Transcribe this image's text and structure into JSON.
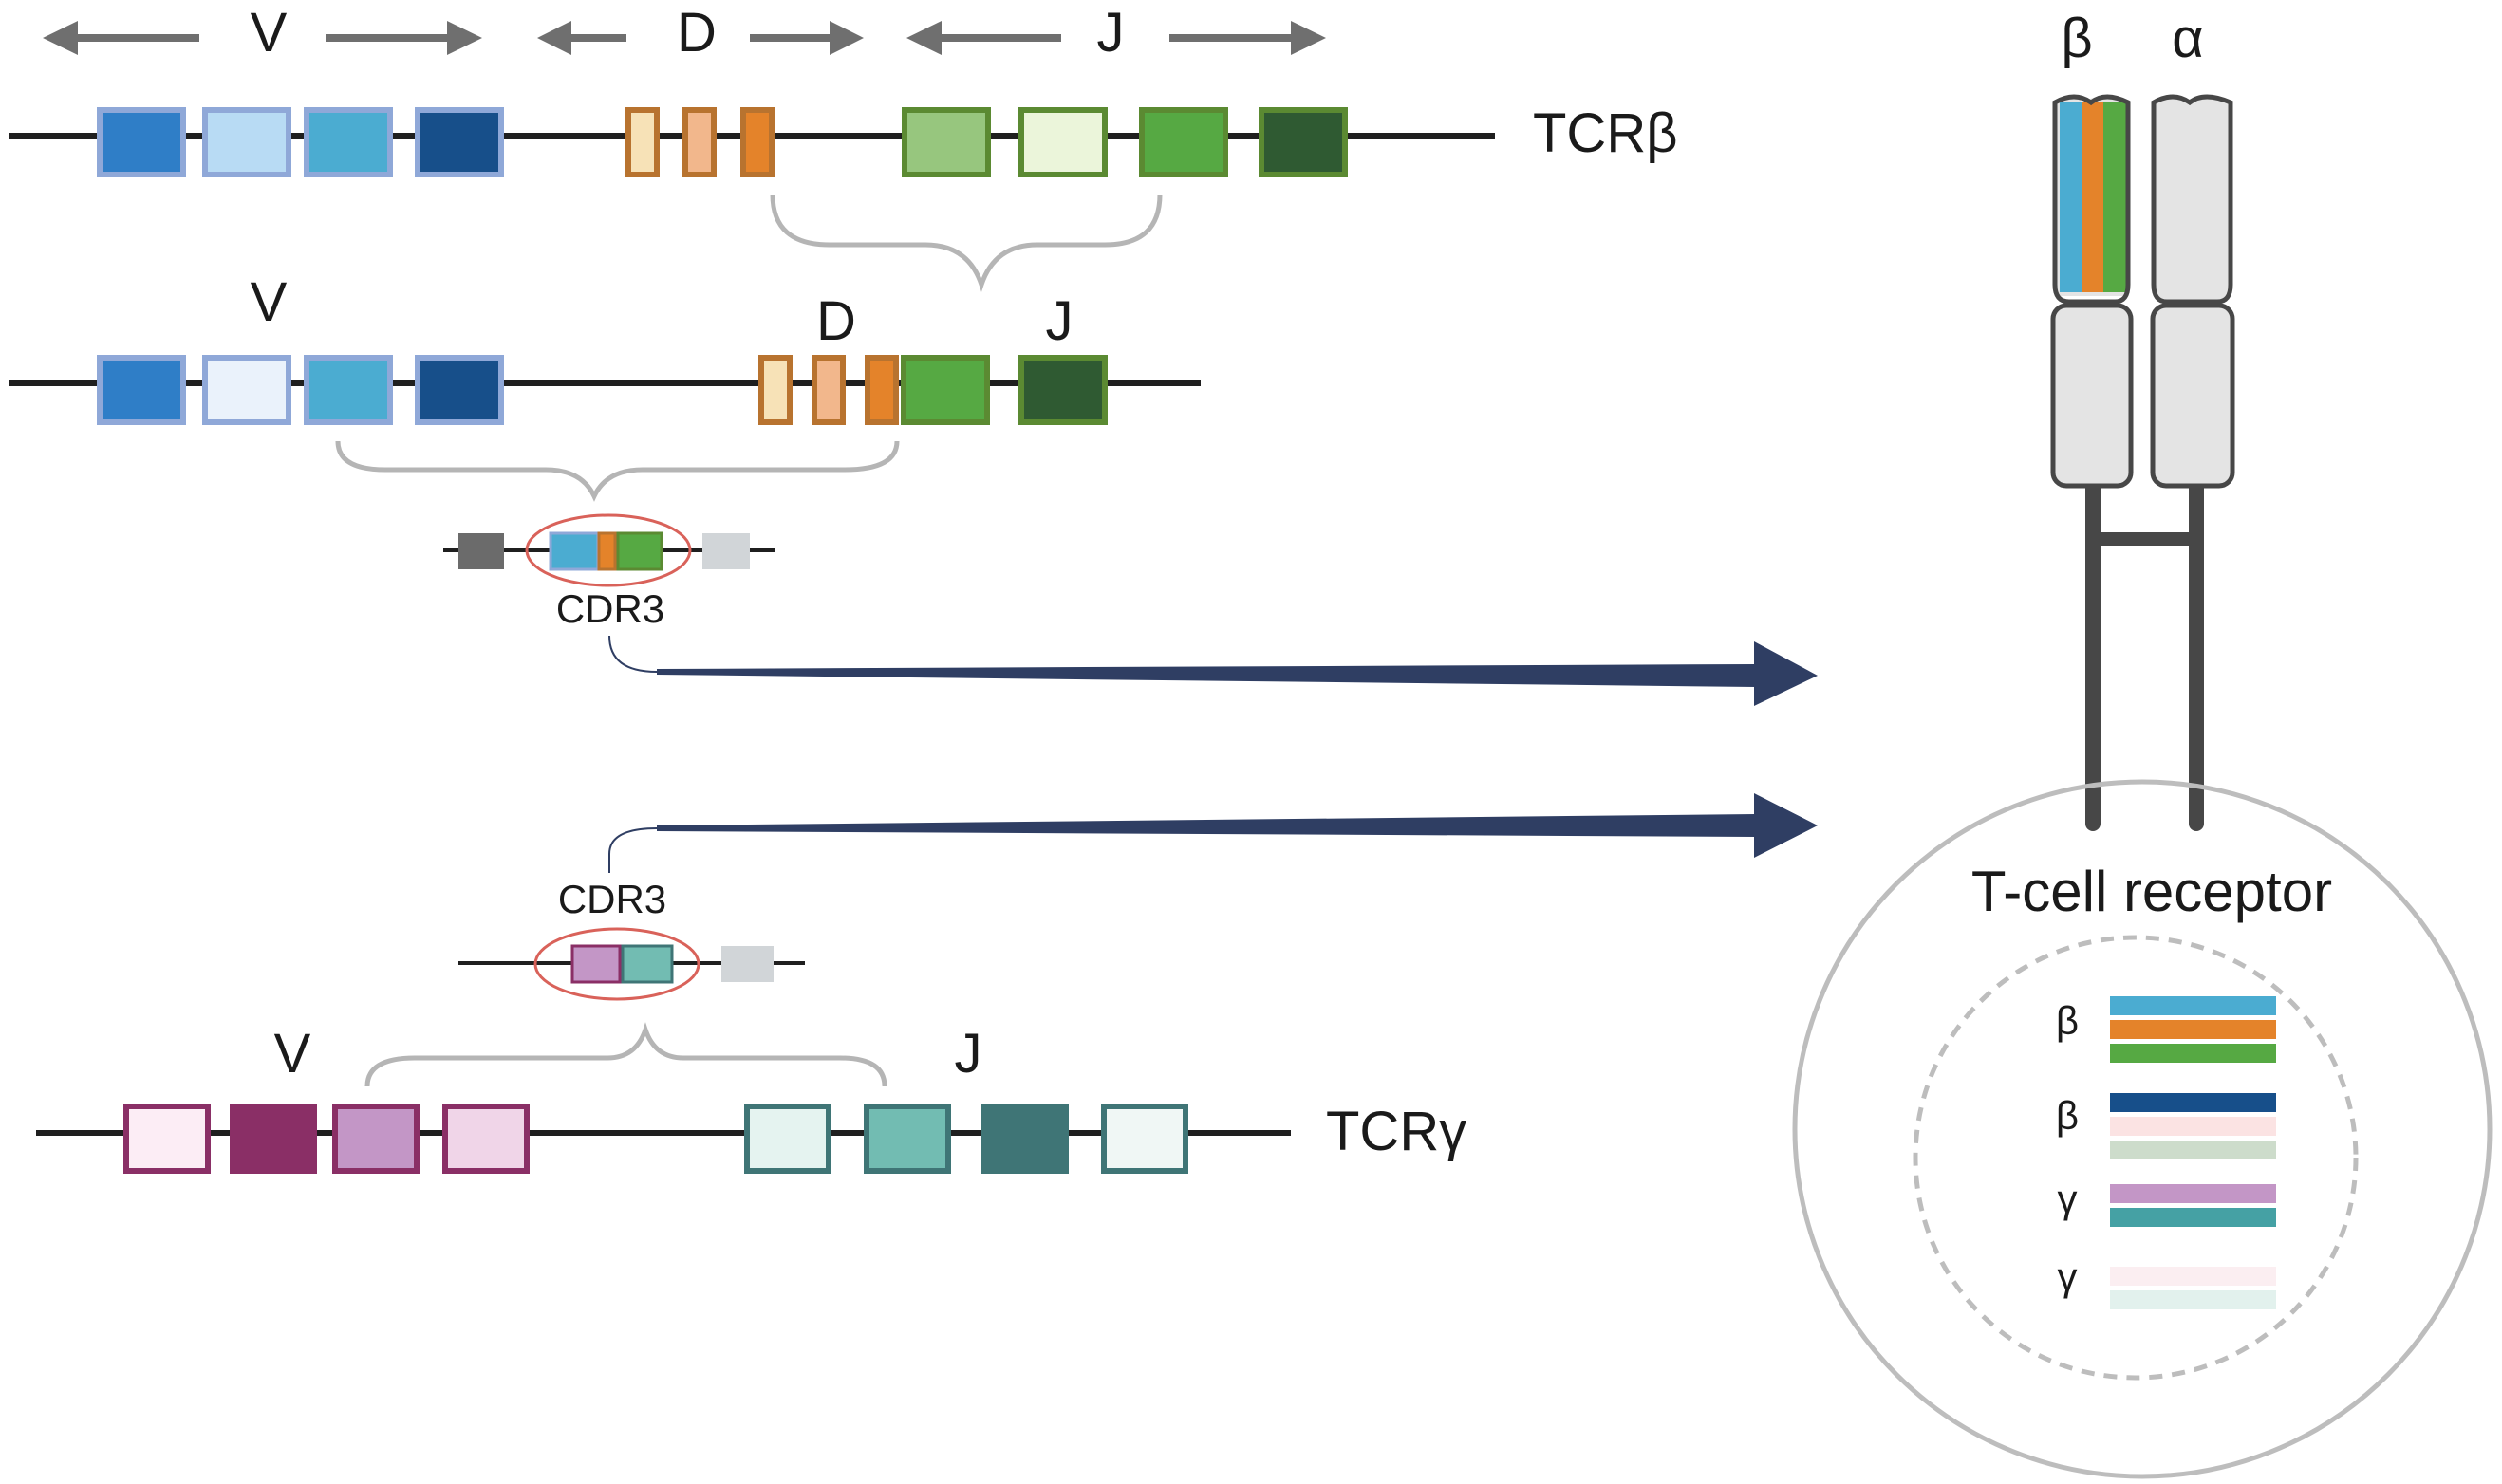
{
  "colors": {
    "dna_line": "#1f1f1f",
    "arrow": "#6f6f6f",
    "bracket": "#b5b5b5",
    "big_arrow": "#2f3e63",
    "cdr3_ellipse": "#d9625a",
    "receptor_fill": "#e4e4e4",
    "receptor_stroke": "#474747",
    "v_blue_1": "#2f7ec7",
    "v_blue_2": "#b8dbf4",
    "v_blue_3": "#4bacd1",
    "v_blue_4": "#174f8a",
    "v_blue_5": "#eaf2fb",
    "v_blue_border": "#8fa8d8",
    "d_orange_1": "#f7e2b7",
    "d_orange_2": "#f2b78c",
    "d_orange_3": "#e4832a",
    "d_orange_border": "#b8732f",
    "j_green_1": "#97c67e",
    "j_green_2": "#ebf5da",
    "j_green_3": "#56a943",
    "j_green_4": "#2f5a32",
    "j_green_border": "#5b8a32",
    "g_purple_1": "#fcedf5",
    "g_purple_2": "#8a2f66",
    "g_purple_3": "#c396c6",
    "g_purple_4": "#f0d5e8",
    "g_purple_border": "#8a2f66",
    "g_teal_1": "#e5f3f0",
    "g_teal_2": "#72bcb2",
    "g_teal_3": "#3f7576",
    "g_teal_4": "#f0f7f5",
    "g_teal_border": "#3f7576",
    "grey_dark": "#6b6b6b",
    "grey_light": "#d1d5d8",
    "legend_blue": "#4bacd1",
    "legend_orange": "#e4832a",
    "legend_green": "#56a943",
    "legend_navy": "#174f8a",
    "legend_pink_light": "#fbe3e3",
    "legend_sage": "#cddccb",
    "legend_purple": "#c396c6",
    "legend_teal": "#45a1a4",
    "legend_pink_pale": "#fbeef1",
    "legend_mint": "#e2f1ed"
  },
  "icons": [
    "double-headed-arrow-icon",
    "curly-brace-icon",
    "right-arrow-icon"
  ],
  "tcr_beta": {
    "locus_label": "TCRβ",
    "segment_labels": {
      "v": "V",
      "d": "D",
      "j": "J"
    },
    "rearranged_labels": {
      "v": "V",
      "d": "D",
      "j": "J"
    },
    "cdr3_label": "CDR3"
  },
  "tcr_gamma": {
    "locus_label": "TCRγ",
    "segment_labels": {
      "v": "V",
      "j": "J"
    },
    "cdr3_label": "CDR3"
  },
  "receptor": {
    "chain_labels": {
      "left": "β",
      "right": "α"
    },
    "title": "T-cell receptor",
    "legend_labels": [
      "β",
      "β",
      "γ",
      "γ"
    ]
  }
}
